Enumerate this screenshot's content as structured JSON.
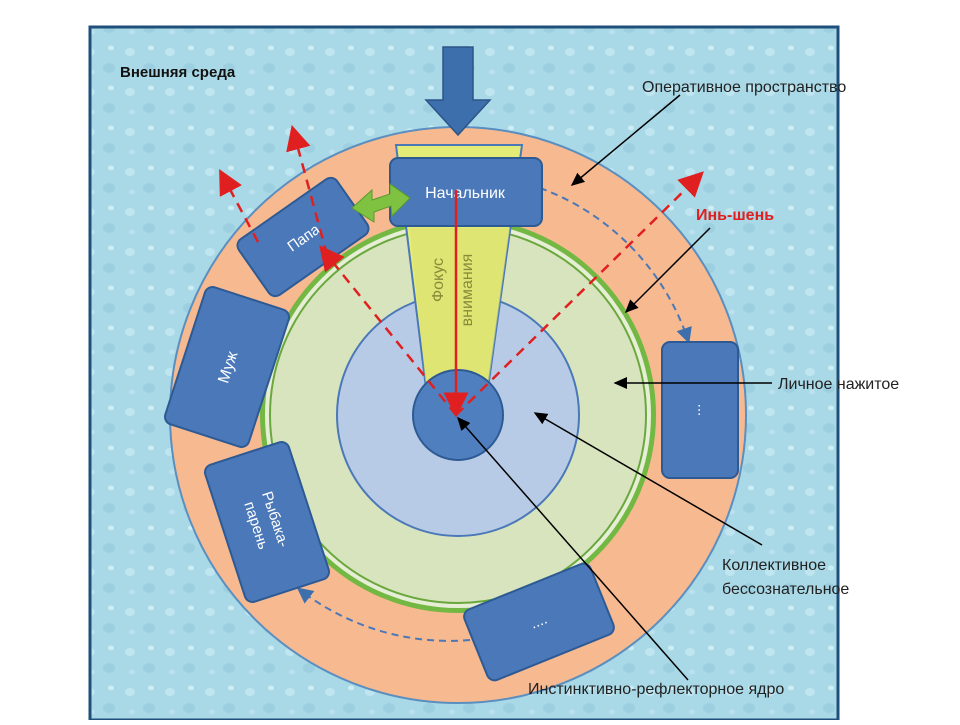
{
  "environment": {
    "title": "Внешняя среда"
  },
  "roles": {
    "boss": "Начальник",
    "dad": "Папа",
    "husband": "Муж",
    "fisherman_line1": "Рыбака-",
    "fisherman_line2": "парень",
    "right_more": "...",
    "bottom_more": "...."
  },
  "focus": {
    "line1": "Фокус",
    "line2": "внимания"
  },
  "callouts": {
    "operative_space": "Оперативное пространство",
    "yin_shen": "Инь-шень",
    "personal_acquired": "Личное нажитое",
    "collective_unconscious_line1": "Коллективное",
    "collective_unconscious_line2": "бессознательное",
    "instinctive_core": "Инстинктивно-рефлекторное ядро"
  },
  "colors": {
    "water_bg": "#a9d8e6",
    "ring_orange": "#f7b990",
    "green_ring": "#72b843",
    "personal_fill": "#d8e4bd",
    "collective_fill": "#b7cbe6",
    "core_fill": "#4f7fbf",
    "role_box": "#4a78b8",
    "focus_yellow": "#eef28a",
    "red_accent": "#e02020",
    "arrow_blue": "#3e6fad",
    "arrow_green": "#7fc241"
  }
}
